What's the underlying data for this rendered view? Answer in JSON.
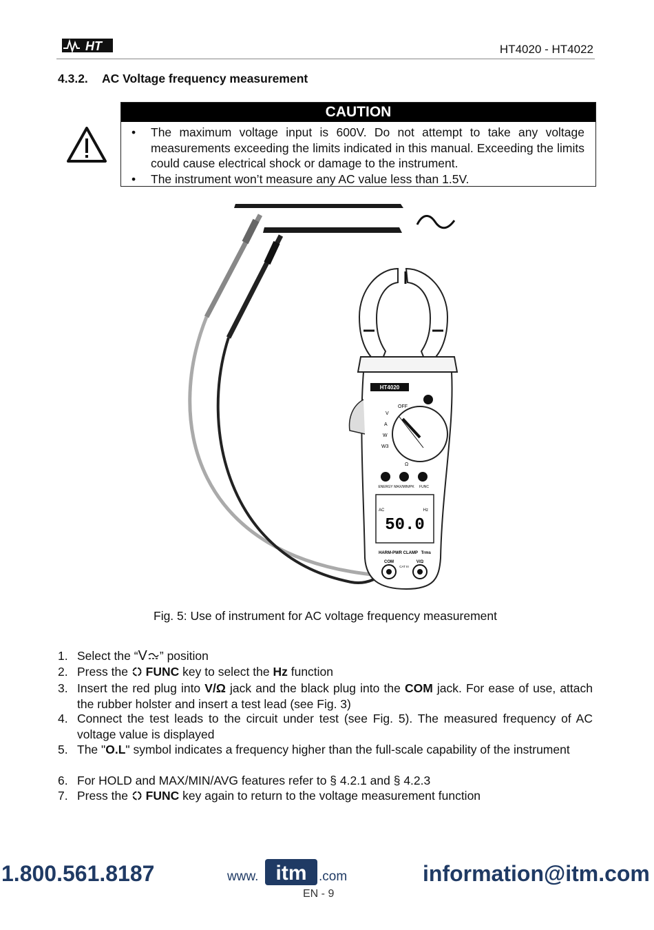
{
  "header": {
    "logo_text": "HT",
    "model": "HT4020 - HT4022"
  },
  "section": {
    "number": "4.3.2.",
    "title": "AC Voltage frequency measurement"
  },
  "caution": {
    "title": "CAUTION",
    "bullets": [
      "The maximum voltage input is 600V. Do not attempt to take any voltage measurements exceeding the limits indicated in this manual. Exceeding the limits could cause electrical shock or damage to the instrument.",
      "The instrument won’t measure any AC value less than 1.5V."
    ]
  },
  "figure": {
    "device_model": "HT4020",
    "display_value": "50.0",
    "display_unit": "Hz",
    "display_mode": "AC",
    "brand_label": "HARM-PWR CLAMP",
    "trms_label": "Trms",
    "dial_labels": [
      "OFF",
      "V",
      "A",
      "W",
      "W3",
      "Ω"
    ],
    "button_labels": [
      "ENERGY",
      "MAX/MIN/PK",
      "FUNC"
    ],
    "jack_labels": [
      "COM",
      "V/Ω"
    ],
    "cat_label": "CAT III",
    "caption": "Fig. 5: Use of instrument for AC voltage frequency measurement"
  },
  "steps": [
    {
      "num": "1.",
      "a": "Select the “",
      "sym": "V",
      "b": "” position"
    },
    {
      "num": "2.",
      "a": "Press the ",
      "bold1": "FUNC",
      "b": " key to select the ",
      "bold2": "Hz",
      "c": " function"
    },
    {
      "num": "3.",
      "a": "Insert the red plug into ",
      "bold1": "V/Ω",
      "b": " jack and the black plug into the ",
      "bold2": "COM",
      "c": " jack. For ease of use, attach the rubber holster and insert a test lead (see Fig. 3)"
    },
    {
      "num": "4.",
      "a": "Connect the test leads to the circuit under test (see Fig. 5). The measured frequency of AC voltage value is displayed"
    },
    {
      "num": "5.",
      "a": "The \"",
      "bold1": "O.L",
      "b": "\" symbol indicates a frequency higher than the full-scale capability of the instrument"
    },
    {
      "num": "6.",
      "a": "For HOLD and MAX/MIN/AVG features refer to § 4.2.1 and § 4.2.3"
    },
    {
      "num": "7.",
      "a": "Press the ",
      "bold1": "FUNC",
      "b": " key again to return to the voltage measurement function"
    }
  ],
  "footer": {
    "phone": "1.800.561.8187",
    "web_prefix": "www.",
    "web_brand": "itm",
    "web_suffix": ".com",
    "email": "information@itm.com",
    "page": "EN - 9"
  },
  "colors": {
    "footer_text": "#1f3a64",
    "caution_bar": "#000000"
  }
}
